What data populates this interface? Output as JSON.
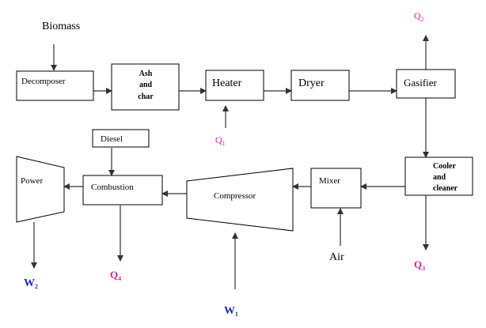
{
  "colors": {
    "stroke": "#333333",
    "heat": "#e0249b",
    "work": "#1f2db8",
    "box_border": "#000000"
  },
  "nodes": {
    "decomposer": "Decomposer",
    "ash_char_line1": "Ash",
    "ash_char_line2": "and",
    "ash_char_line3": "char",
    "heater": "Heater",
    "dryer": "Dryer",
    "gasifier": "Gasifier",
    "cooler_line1": "Cooler",
    "cooler_line2": "and",
    "cooler_line3": "cleaner",
    "mixer": "Mixer",
    "compressor": "Compressor",
    "combustion": "Combustion",
    "diesel": "Diesel",
    "power": "Power"
  },
  "inputs": {
    "biomass": "Biomass",
    "air": "Air"
  },
  "heat_flows": {
    "q1_main": "Q",
    "q1_sub": "1",
    "q2_main": "Q",
    "q2_sub": "2",
    "q3_main": "Q",
    "q3_sub": "3",
    "q4_main": "Q",
    "q4_sub": "4"
  },
  "work_flows": {
    "w1_main": "W",
    "w1_sub": "1",
    "w2_main": "W",
    "w2_sub": "2"
  }
}
